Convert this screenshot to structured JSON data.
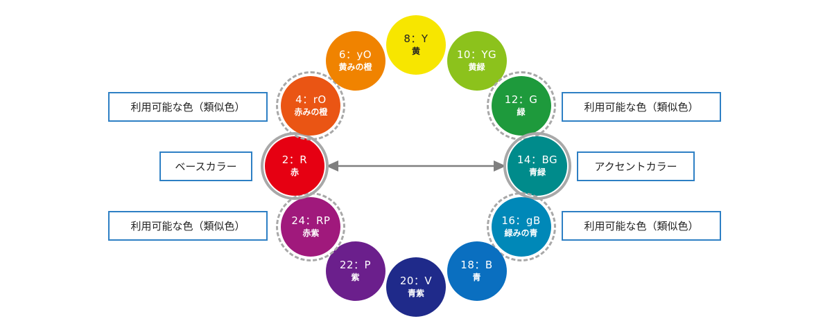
{
  "hues": [
    {
      "id": "Y",
      "code": "8：Y",
      "name": "黄",
      "color": "#f7e600",
      "text": "dark"
    },
    {
      "id": "YG",
      "code": "10：YG",
      "name": "黄緑",
      "color": "#8cc21c",
      "text": "light"
    },
    {
      "id": "G",
      "code": "12：G",
      "name": "緑",
      "color": "#1e9a3c",
      "text": "light"
    },
    {
      "id": "BG",
      "code": "14：BG",
      "name": "青緑",
      "color": "#008b8b",
      "text": "light"
    },
    {
      "id": "gB",
      "code": "16：gB",
      "name": "緑みの青",
      "color": "#0088b8",
      "text": "light"
    },
    {
      "id": "B",
      "code": "18：B",
      "name": "青",
      "color": "#0a6fc0",
      "text": "light"
    },
    {
      "id": "V",
      "code": "20：V",
      "name": "青紫",
      "color": "#1f2a8a",
      "text": "light"
    },
    {
      "id": "P",
      "code": "22：P",
      "name": "紫",
      "color": "#6b1f8c",
      "text": "light"
    },
    {
      "id": "RP",
      "code": "24：RP",
      "name": "赤紫",
      "color": "#a0197c",
      "text": "light"
    },
    {
      "id": "R",
      "code": "2：R",
      "name": "赤",
      "color": "#e60012",
      "text": "light"
    },
    {
      "id": "rO",
      "code": "4：rO",
      "name": "赤みの橙",
      "color": "#ea5514",
      "text": "light"
    },
    {
      "id": "yO",
      "code": "6：yO",
      "name": "黄みの橙",
      "color": "#f08300",
      "text": "light"
    }
  ],
  "base_hue": "R",
  "accent_hue": "BG",
  "analogous_hues": [
    "rO",
    "RP",
    "G",
    "gB"
  ],
  "labels": {
    "base": "ベースカラー",
    "accent": "アクセントカラー",
    "analogous_left_top": "利用可能な色（類似色）",
    "analogous_left_bottom": "利用可能な色（類似色）",
    "analogous_right_top": "利用可能な色（類似色）",
    "analogous_right_bottom": "利用可能な色（類似色）"
  },
  "colors": {
    "box_border": "#2d7fc4",
    "ring": "#a8a8a8",
    "arrow": "#7f7f7f"
  }
}
